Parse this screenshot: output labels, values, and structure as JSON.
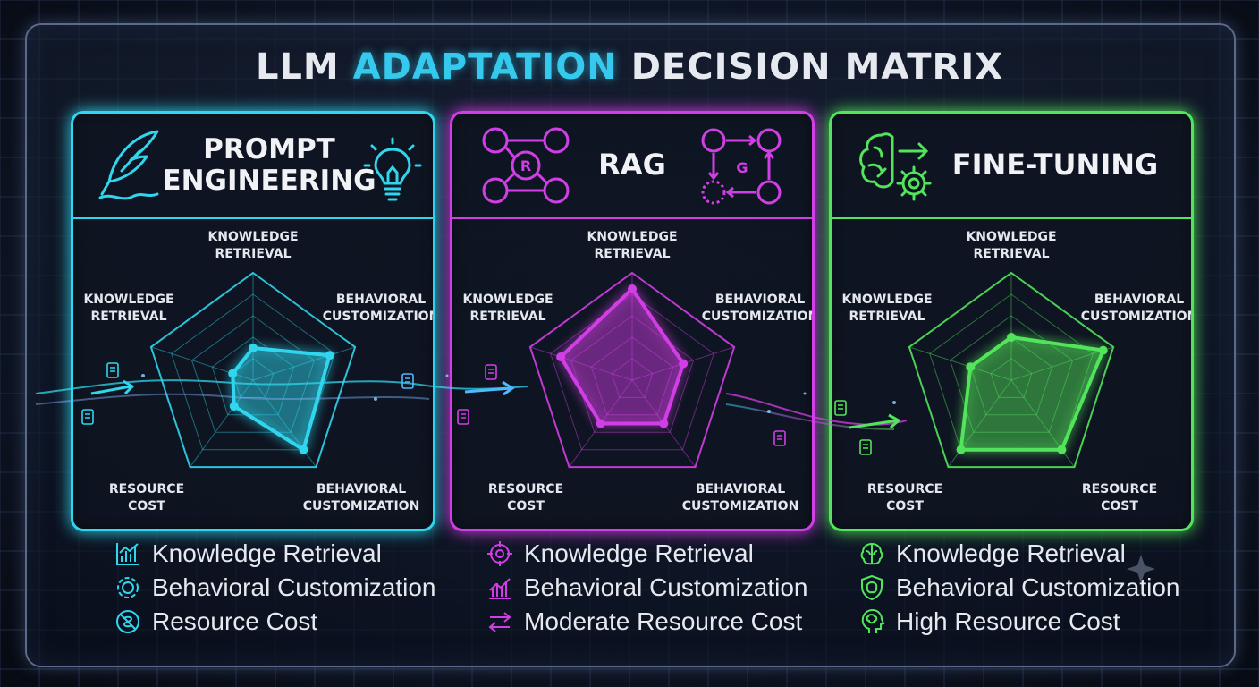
{
  "title": {
    "part1": "LLM",
    "accent": "ADAPTATION",
    "part2": "DECISION MATRIX"
  },
  "colors": {
    "prompt": "#2fd6ee",
    "rag": "#d23ee6",
    "finetune": "#52e45a",
    "accent": "#35c9ee"
  },
  "panels": [
    {
      "id": "prompt",
      "name_line1": "PROMPT",
      "name_line2": "ENGINEERING",
      "icons": [
        "feather-icon",
        "lightbulb-icon"
      ],
      "axes": [
        "KNOWLEDGE RETRIEVAL",
        "BEHAVIORAL CUSTOMIZATION",
        "BEHAVIORAL CUSTOMIZATION",
        "RESOURCE COST",
        "KNOWLEDGE RETRIEVAL"
      ],
      "values": [
        0.3,
        0.75,
        0.8,
        0.3,
        0.2
      ],
      "legend": [
        {
          "icon": "bar-chart-icon",
          "text": "Knowledge Retrieval"
        },
        {
          "icon": "gear-icon",
          "text": "Behavioral Customization"
        },
        {
          "icon": "no-cost-icon",
          "text": "Resource Cost"
        }
      ]
    },
    {
      "id": "rag",
      "name_line1": "RAG",
      "name_line2": "",
      "icons": [
        "retrieval-network-icon",
        "generation-cycle-icon"
      ],
      "badge_r": "R",
      "badge_g": "G",
      "axes": [
        "KNOWLEDGE RETRIEVAL",
        "BEHAVIORAL CUSTOMIZATION",
        "BEHAVIORAL CUSTOMIZATION",
        "RESOURCE COST",
        "KNOWLEDGE RETRIEVAL"
      ],
      "values": [
        0.85,
        0.5,
        0.5,
        0.5,
        0.7
      ],
      "legend": [
        {
          "icon": "target-icon",
          "text": "Knowledge Retrieval"
        },
        {
          "icon": "trend-chart-icon",
          "text": "Behavioral Customization"
        },
        {
          "icon": "exchange-arrows-icon",
          "text": "Moderate Resource Cost"
        }
      ]
    },
    {
      "id": "finetune",
      "name_line1": "FINE-TUNING",
      "name_line2": "",
      "icons": [
        "brain-gear-icon"
      ],
      "axes": [
        "KNOWLEDGE RETRIEVAL",
        "BEHAVIORAL CUSTOMIZATION",
        "RESOURCE COST",
        "RESOURCE COST",
        "KNOWLEDGE RETRIEVAL"
      ],
      "values": [
        0.4,
        0.9,
        0.8,
        0.8,
        0.4
      ],
      "legend": [
        {
          "icon": "brain-icon",
          "text": "Knowledge Retrieval"
        },
        {
          "icon": "shield-brain-icon",
          "text": "Behavioral Customization"
        },
        {
          "icon": "head-brain-icon",
          "text": "High Resource Cost"
        }
      ]
    }
  ]
}
